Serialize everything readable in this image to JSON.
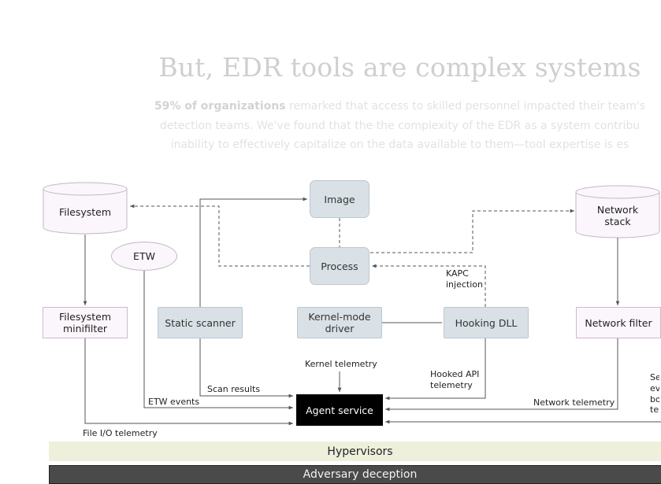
{
  "heading": "But, EDR tools are complex systems",
  "intro": {
    "line1_bold": "59% of organizations",
    "line1_rest": " remarked that access to skilled personnel impacted their team's",
    "line2": "detection teams. We've found that the the complexity of the EDR as a system contribu",
    "line3": "inability to effectively capitalize on the data available to them—tool expertise is es"
  },
  "nodes": {
    "filesystem": "Filesystem",
    "image": "Image",
    "network_stack": "Network stack",
    "etw": "ETW",
    "process": "Process",
    "filesystem_minifilter": "Filesystem minifilter",
    "static_scanner": "Static scanner",
    "kernel_mode_driver": "Kernel-mode driver",
    "hooking_dll": "Hooking DLL",
    "network_filter": "Network filter",
    "agent_service": "Agent service"
  },
  "edge_labels": {
    "kapc_injection": "KAPC injection",
    "kernel_telemetry": "Kernel telemetry",
    "hooked_api_telemetry": "Hooked API telemetry",
    "scan_results": "Scan results",
    "etw_events": "ETW events",
    "network_telemetry": "Network telemetry",
    "file_io_telemetry": "File I/O telemetry",
    "truncated_right": "Se ev bo tel"
  },
  "bands": {
    "hypervisors": "Hypervisors",
    "adversary_deception": "Adversary deception"
  },
  "colors": {
    "agent_service": "#000000",
    "grey_node": "#d9e1e6",
    "store_node": "#fbf6fb",
    "hypervisors_band": "#eef0dc",
    "adversary_band": "#4a4a4a"
  }
}
